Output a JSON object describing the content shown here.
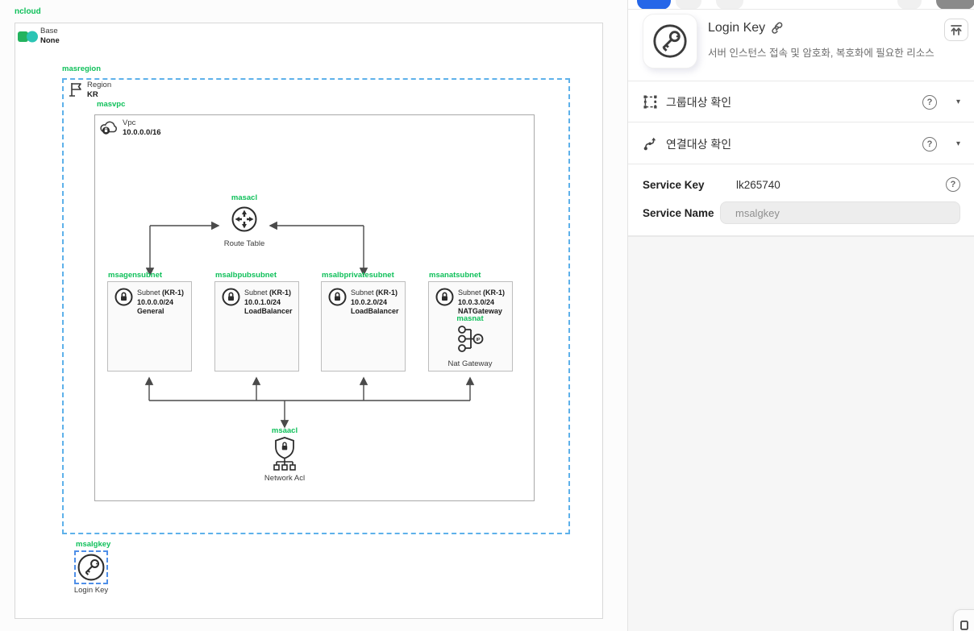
{
  "colors": {
    "accent_green": "#0fc05a",
    "selection_blue": "#5eb1ea",
    "primary_blue": "#2566e8"
  },
  "icons": {
    "help": "?",
    "caret": "▾"
  },
  "canvas": {
    "root_label": "ncloud",
    "base": {
      "label": "Base",
      "value": "None"
    },
    "region": {
      "name": "masregion",
      "type": "Region",
      "code": "KR"
    },
    "vpc": {
      "name": "masvpc",
      "type": "Vpc",
      "cidr": "10.0.0.0/16"
    },
    "route_table": {
      "name": "masacl",
      "label": "Route Table"
    },
    "subnets": [
      {
        "name": "msagensubnet",
        "type": "Subnet",
        "zone": "(KR-1)",
        "cidr": "10.0.0.0/24",
        "role": "General"
      },
      {
        "name": "msalbpubsubnet",
        "type": "Subnet",
        "zone": "(KR-1)",
        "cidr": "10.0.1.0/24",
        "role": "LoadBalancer"
      },
      {
        "name": "msalbprivatesubnet",
        "type": "Subnet",
        "zone": "(KR-1)",
        "cidr": "10.0.2.0/24",
        "role": "LoadBalancer"
      },
      {
        "name": "msanatsubnet",
        "type": "Subnet",
        "zone": "(KR-1)",
        "cidr": "10.0.3.0/24",
        "role": "NATGateway"
      }
    ],
    "nat": {
      "name": "masnat",
      "label": "Nat Gateway"
    },
    "acl": {
      "name": "msaacl",
      "label": "Network Acl"
    },
    "login_key": {
      "name": "msalgkey",
      "label": "Login Key"
    }
  },
  "panel": {
    "header": {
      "title": "Login Key",
      "description": "서버 인스턴스 접속 및 암호화, 복호화에 필요한 리소스"
    },
    "sections": [
      {
        "label": "그룹대상 확인"
      },
      {
        "label": "연결대상 확인"
      }
    ],
    "service_key": {
      "label": "Service Key",
      "value": "lk265740"
    },
    "service_name": {
      "label": "Service Name",
      "value": "msalgkey"
    }
  }
}
